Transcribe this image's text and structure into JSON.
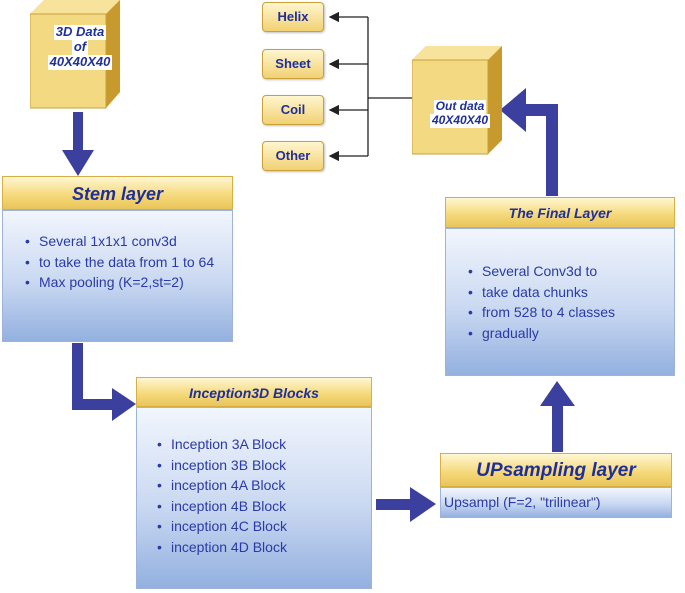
{
  "input_cube": {
    "lines": [
      "3D Data",
      "of",
      "40X40X40"
    ]
  },
  "output_cube": {
    "lines": [
      "Out data",
      "40X40X40"
    ]
  },
  "stem": {
    "title": "Stem layer",
    "items": [
      "Several 1x1x1 conv3d",
      "to take the data from 1 to 64",
      "Max pooling (K=2,st=2)"
    ]
  },
  "inception": {
    "title": "Inception3D Blocks",
    "items": [
      "Inception 3A Block",
      "inception 3B Block",
      "inception 4A Block",
      "inception 4B Block",
      "inception 4C Block",
      "inception 4D Block"
    ]
  },
  "upsampling": {
    "title": "UPsampling layer",
    "text": "Upsampl (F=2, \"trilinear\")"
  },
  "final": {
    "title": "The Final Layer",
    "items": [
      "Several Conv3d to",
      "take data chunks",
      "from 528 to 4 classes",
      "gradually"
    ]
  },
  "classes": [
    "Helix",
    "Sheet",
    "Coil",
    "Other"
  ],
  "colors": {
    "arrow": "#3b3f9e",
    "text": "#2a3aa6",
    "title": "#1f2f9a"
  }
}
